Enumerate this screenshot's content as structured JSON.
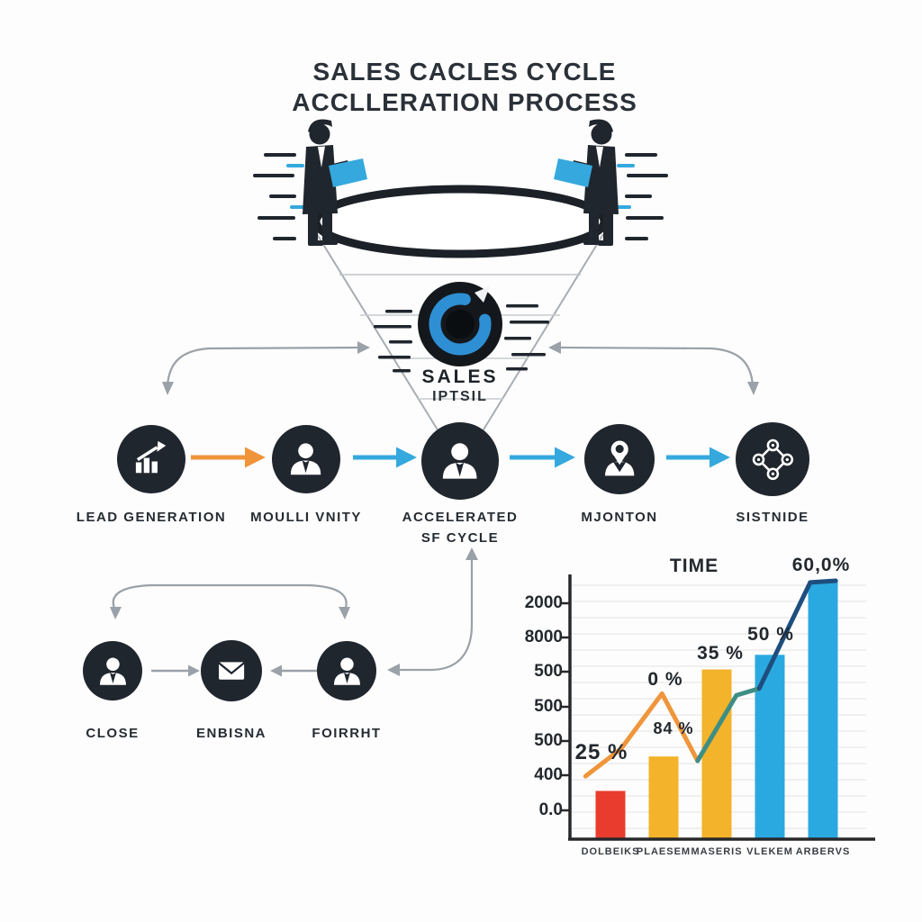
{
  "title": {
    "line1": "SALES CACLES CYCLE",
    "line2": "ACCLLERATION PROCESS"
  },
  "funnel": {
    "label_line1": "SALES",
    "label_line2": "IPTSIL",
    "icon": "speed-gauge-icon"
  },
  "stages": [
    {
      "label": "LEAD GENERATION",
      "icon": "growth-chart-icon"
    },
    {
      "label": "MOULLI VNITY",
      "icon": "person-icon"
    },
    {
      "label": "ACCELERATED",
      "label2": "SF CYCLE",
      "icon": "person-icon"
    },
    {
      "label": "MJONTON",
      "icon": "person-pin-icon"
    },
    {
      "label": "SISTNIDE",
      "icon": "network-icon"
    }
  ],
  "substages": [
    {
      "label": "CLOSE",
      "icon": "person-icon"
    },
    {
      "label": "ENBISNA",
      "icon": "envelope-icon"
    },
    {
      "label": "FOIRRHT",
      "icon": "person-icon"
    }
  ],
  "colors": {
    "dark": "#20262e",
    "accent_orange": "#f0943a",
    "accent_blue": "#35a8dd",
    "gray_arrow": "#9aa1a8",
    "bar_red": "#e93c2f",
    "bar_yellow": "#f3b32a",
    "bar_blue": "#2aa9e0",
    "line_orange": "#ef963c",
    "line_teal": "#3f8e85",
    "line_navy": "#1d4e7e"
  },
  "chart_data": {
    "type": "bar",
    "title": "TIME",
    "categories": [
      "DOLBEIKS",
      "PLAESEM",
      "MASERIS",
      "VLEKEM",
      "ARBERVS"
    ],
    "bars": {
      "values": [
        56,
        96,
        197,
        214,
        300
      ],
      "colors": [
        "#e93c2f",
        "#f3b32a",
        "#f3b32a",
        "#2aa9e0",
        "#2aa9e0"
      ]
    },
    "line": {
      "segments": [
        {
          "color": "#ef963c",
          "points": [
            [
              -0.47,
              73
            ],
            [
              0.2,
              105
            ],
            [
              0.97,
              169
            ],
            [
              1.64,
              91
            ]
          ]
        },
        {
          "color": "#3f8e85",
          "points": [
            [
              1.64,
              91
            ],
            [
              2.37,
              167
            ],
            [
              2.8,
              175
            ]
          ]
        },
        {
          "color": "#1d4e7e",
          "points": [
            [
              2.8,
              175
            ],
            [
              3.76,
              298
            ],
            [
              4.24,
              300
            ]
          ]
        }
      ]
    },
    "point_labels": [
      "25 %",
      "0 %",
      "84 %",
      "35 %",
      "50 %",
      "60,0%"
    ],
    "y_tick_labels": [
      "2000",
      "8000",
      "500",
      "500",
      "500",
      "400",
      "0.0"
    ],
    "ylim": [
      0,
      300
    ],
    "grid": true
  }
}
